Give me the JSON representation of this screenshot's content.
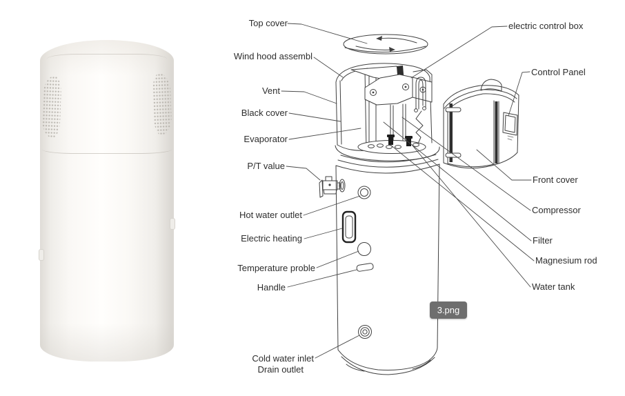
{
  "colors": {
    "line": "#3f3f3f",
    "label_text": "#2d2d2d",
    "tooltip_bg": "#6e6e6e",
    "tooltip_text": "#ffffff",
    "photo_body": "#f8f6f3"
  },
  "tooltip": {
    "filename": "3.png"
  },
  "diagram": {
    "callouts_left": [
      "Top cover",
      "Wind hood assembl",
      "Vent",
      "Black cover",
      "Evaporator",
      "P/T value",
      "Hot water outlet",
      "Electric heating",
      "Temperature proble",
      "Handle",
      "Cold water inlet",
      "Drain outlet"
    ],
    "callouts_right": [
      "electric control box",
      "Control Panel",
      "Front cover",
      "Compressor",
      "Filter",
      "Magnesium rod",
      "Water tank"
    ]
  }
}
